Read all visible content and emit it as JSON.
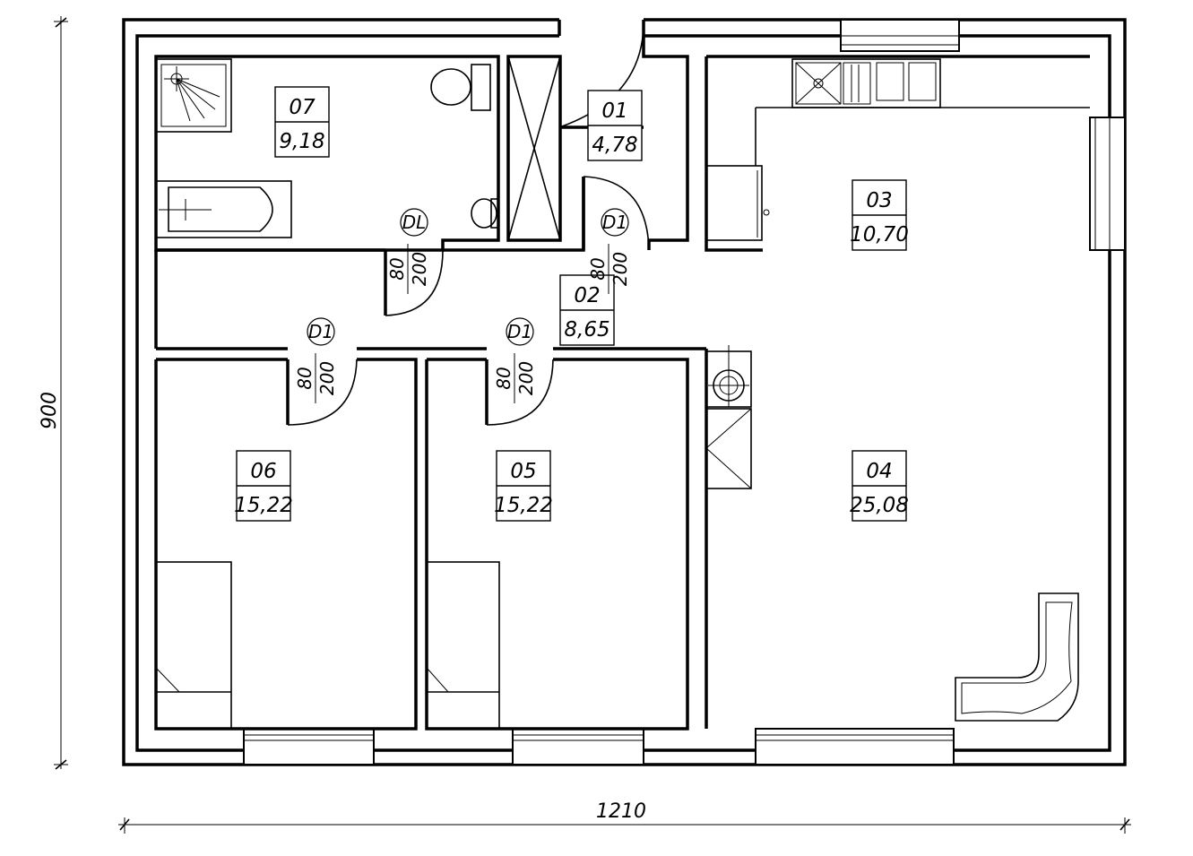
{
  "dimensions": {
    "width_label": "1210",
    "height_label": "900"
  },
  "rooms": [
    {
      "id": "07",
      "area": "9,18"
    },
    {
      "id": "01",
      "area": "4,78"
    },
    {
      "id": "03",
      "area": "10,70"
    },
    {
      "id": "02",
      "area": "8,65"
    },
    {
      "id": "06",
      "area": "15,22"
    },
    {
      "id": "05",
      "area": "15,22"
    },
    {
      "id": "04",
      "area": "25,08"
    }
  ],
  "doors": [
    {
      "type": "DL",
      "width": "80",
      "height": "200"
    },
    {
      "type": "D1",
      "width": "80",
      "height": "200"
    },
    {
      "type": "D1",
      "width": "80",
      "height": "200"
    },
    {
      "type": "D1",
      "width": "80",
      "height": "200"
    }
  ]
}
